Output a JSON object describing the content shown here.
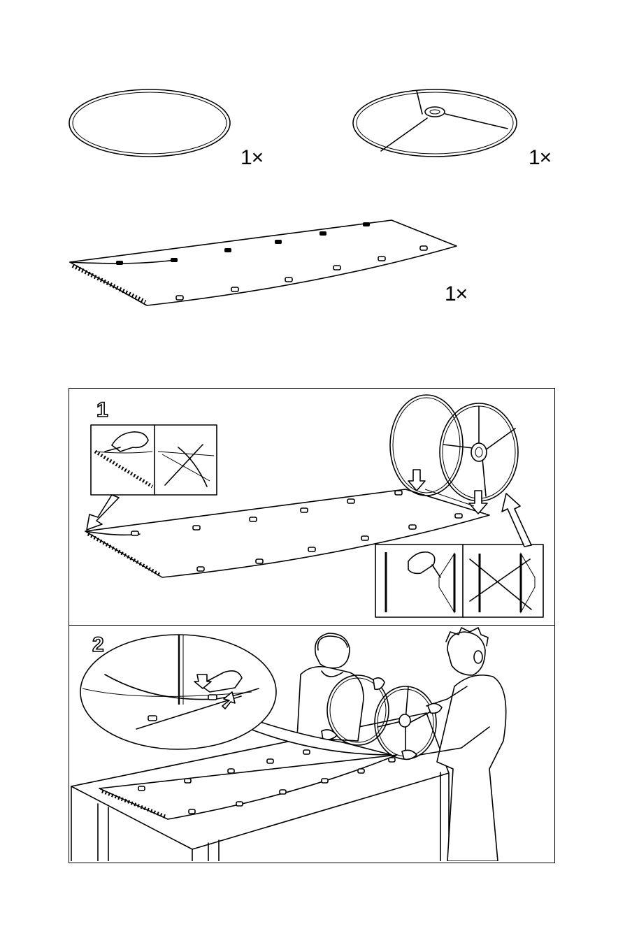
{
  "parts": {
    "plain_ring_qty": "1×",
    "spoked_ring_qty": "1×",
    "shade_panel_qty": "1×"
  },
  "steps": [
    {
      "number": "1"
    },
    {
      "number": "2"
    }
  ]
}
